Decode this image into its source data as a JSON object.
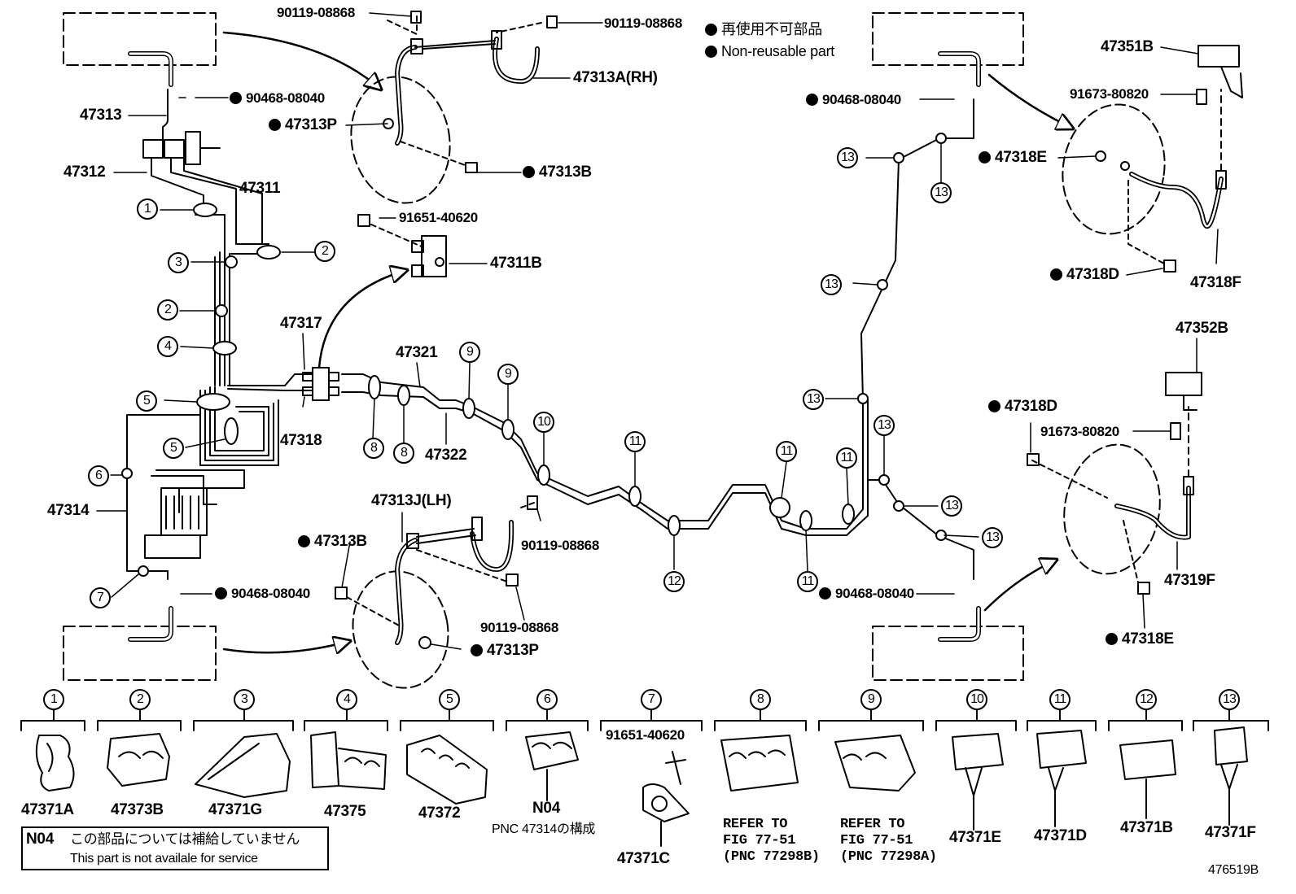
{
  "legend": {
    "jp": "再使用不可部品",
    "en": "Non-reusable part"
  },
  "diagram_code": "476519B",
  "note": {
    "code": "N04",
    "jp": "この部品については補給していません",
    "en": "This part is not availale for service"
  },
  "part_labels": {
    "p90119_a": "90119-08868",
    "p90119_b": "90119-08868",
    "p47313A": "47313A(RH)",
    "p47313P_top": "47313P",
    "p47313B_top": "47313B",
    "p90468_tl": "90468-08040",
    "p47313": "47313",
    "p47312": "47312",
    "p47311": "47311",
    "p91651_mid": "91651-40620",
    "p47311B": "47311B",
    "p47317": "47317",
    "p47318": "47318",
    "p47321": "47321",
    "p47322": "47322",
    "p47314": "47314",
    "p47313J": "47313J(LH)",
    "p47313B_bot": "47313B",
    "p90119_c": "90119-08868",
    "p90119_d": "90119-08868",
    "p90468_bl": "90468-08040",
    "p47313P_bot": "47313P",
    "p90468_tr": "90468-08040",
    "p47351B": "47351B",
    "p91673_a": "91673-80820",
    "p47318E_top": "47318E",
    "p47318D_top": "47318D",
    "p47318F": "47318F",
    "p47352B": "47352B",
    "p47318D_bot": "47318D",
    "p91673_b": "91673-80820",
    "p90468_br": "90468-08040",
    "p47319F": "47319F",
    "p47318E_bot": "47318E"
  },
  "callouts": {
    "c1": "1",
    "c3": "3",
    "c2a": "2",
    "c2b": "2",
    "c4": "4",
    "c5a": "5",
    "c5b": "5",
    "c6": "6",
    "c7": "7",
    "c8a": "8",
    "c8b": "8",
    "c9a": "9",
    "c9b": "9",
    "c10": "10",
    "c11a": "11",
    "c11b": "11",
    "c11c": "11",
    "c11d": "11",
    "c12": "12",
    "c13a": "13",
    "c13b": "13",
    "c13c": "13",
    "c13d": "13",
    "c13e": "13",
    "c13f": "13",
    "c13g": "13"
  },
  "clamp_table": [
    {
      "key": "1",
      "part": "47371A"
    },
    {
      "key": "2",
      "part": "47373B"
    },
    {
      "key": "3",
      "part": "47371G"
    },
    {
      "key": "4",
      "part": "47375"
    },
    {
      "key": "5",
      "part": "47372"
    },
    {
      "key": "6",
      "part": "N04",
      "sub": "PNC 47314の構成"
    },
    {
      "key": "7",
      "part": "47371C",
      "sub": "91651-40620"
    },
    {
      "key": "8",
      "ref1": "REFER TO",
      "ref2": "FIG 77-51",
      "ref3": "(PNC 77298B)"
    },
    {
      "key": "9",
      "ref1": "REFER TO",
      "ref2": "FIG 77-51",
      "ref3": "(PNC 77298A)"
    },
    {
      "key": "10",
      "part": "47371E"
    },
    {
      "key": "11",
      "part": "47371D"
    },
    {
      "key": "12",
      "part": "47371B"
    },
    {
      "key": "13",
      "part": "47371F"
    }
  ],
  "colors": {
    "ink": "#000000",
    "paper": "#ffffff"
  }
}
